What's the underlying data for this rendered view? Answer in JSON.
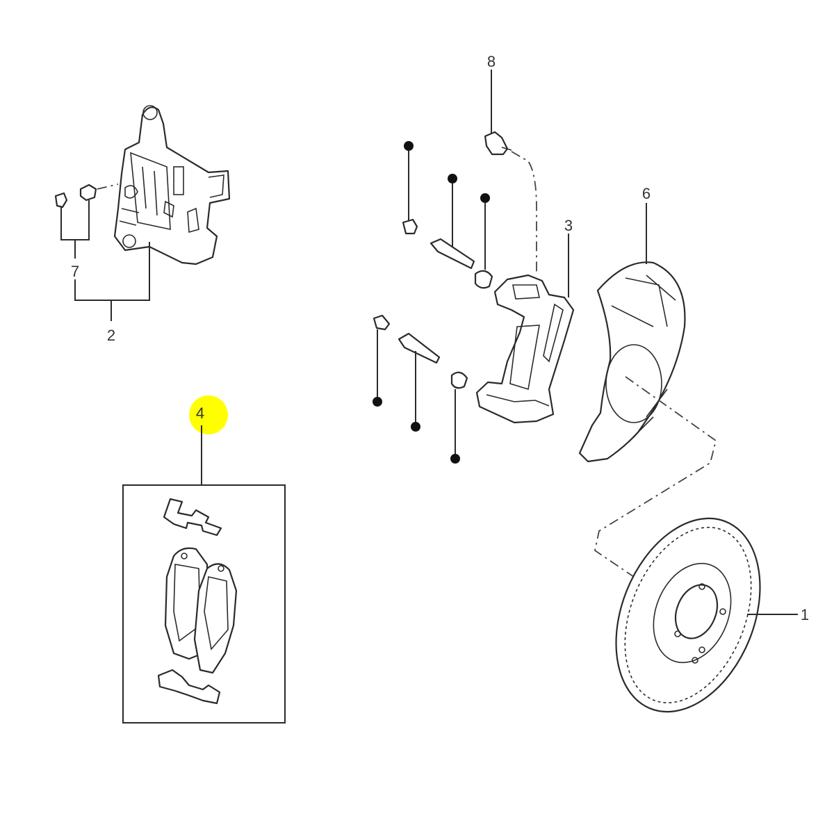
{
  "diagram": {
    "callouts": [
      "1",
      "2",
      "3",
      "4",
      "6",
      "7",
      "8"
    ],
    "highlighted_callout": "4",
    "highlight_color": "#ffff00",
    "line_color": "#2a2a2a"
  }
}
